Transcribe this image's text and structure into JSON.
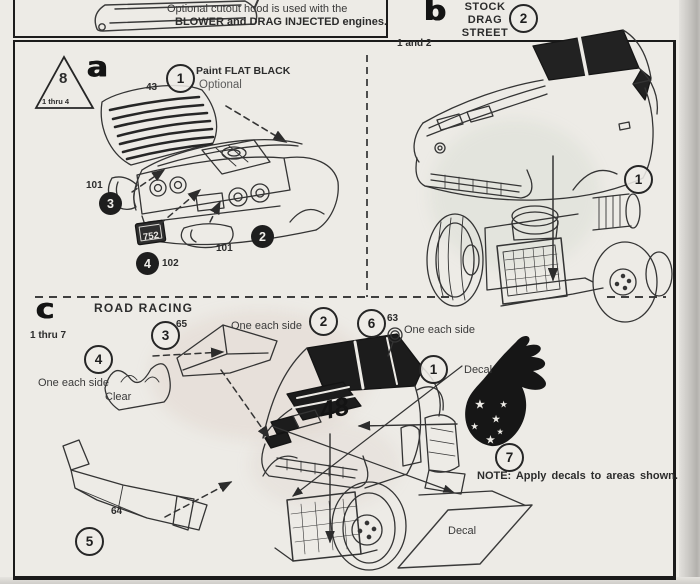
{
  "colors": {
    "paper": "#edebe6",
    "ink": "#2f2f2f",
    "fill_dark": "#1c1c1c"
  },
  "top_note": {
    "line1": "Optional cutout hood is used with the",
    "line2": "BLOWER and DRAG INJECTED engines."
  },
  "a": {
    "letter": "a",
    "badge_number": "8",
    "badge_range": "1 thru 4",
    "steps": {
      "s1": "1",
      "s2": "2",
      "s3": "3",
      "s4": "4"
    },
    "labels": {
      "part43": "43",
      "paint1": "Paint FLAT BLACK",
      "paint2": "Optional",
      "part101_left": "101",
      "part101_right": "101",
      "part102": "102",
      "plate": "752"
    }
  },
  "b": {
    "letter": "b",
    "range": "1 and 2",
    "variant": {
      "l1": "STOCK",
      "l2": "DRAG",
      "l3": "STREET"
    },
    "steps": {
      "s1": "1",
      "s2": "2"
    }
  },
  "c": {
    "letter": "c",
    "title": "ROAD RACING",
    "range": "1 thru 7",
    "steps": {
      "s1": "1",
      "s2": "2",
      "s3": "3",
      "s4": "4",
      "s5": "5",
      "s6": "6",
      "s7": "7"
    },
    "labels": {
      "part65": "65",
      "part63": "63",
      "part64": "64",
      "one_each_side_spoiler": "One each side",
      "one_each_side_clear": "One each side",
      "one_each_side_mirror": "One each side",
      "clear": "Clear",
      "decal_eagle": "Decal",
      "decal_stripe": "Decal",
      "car_number": "48",
      "note": "NOTE: Apply decals to areas shown."
    }
  }
}
